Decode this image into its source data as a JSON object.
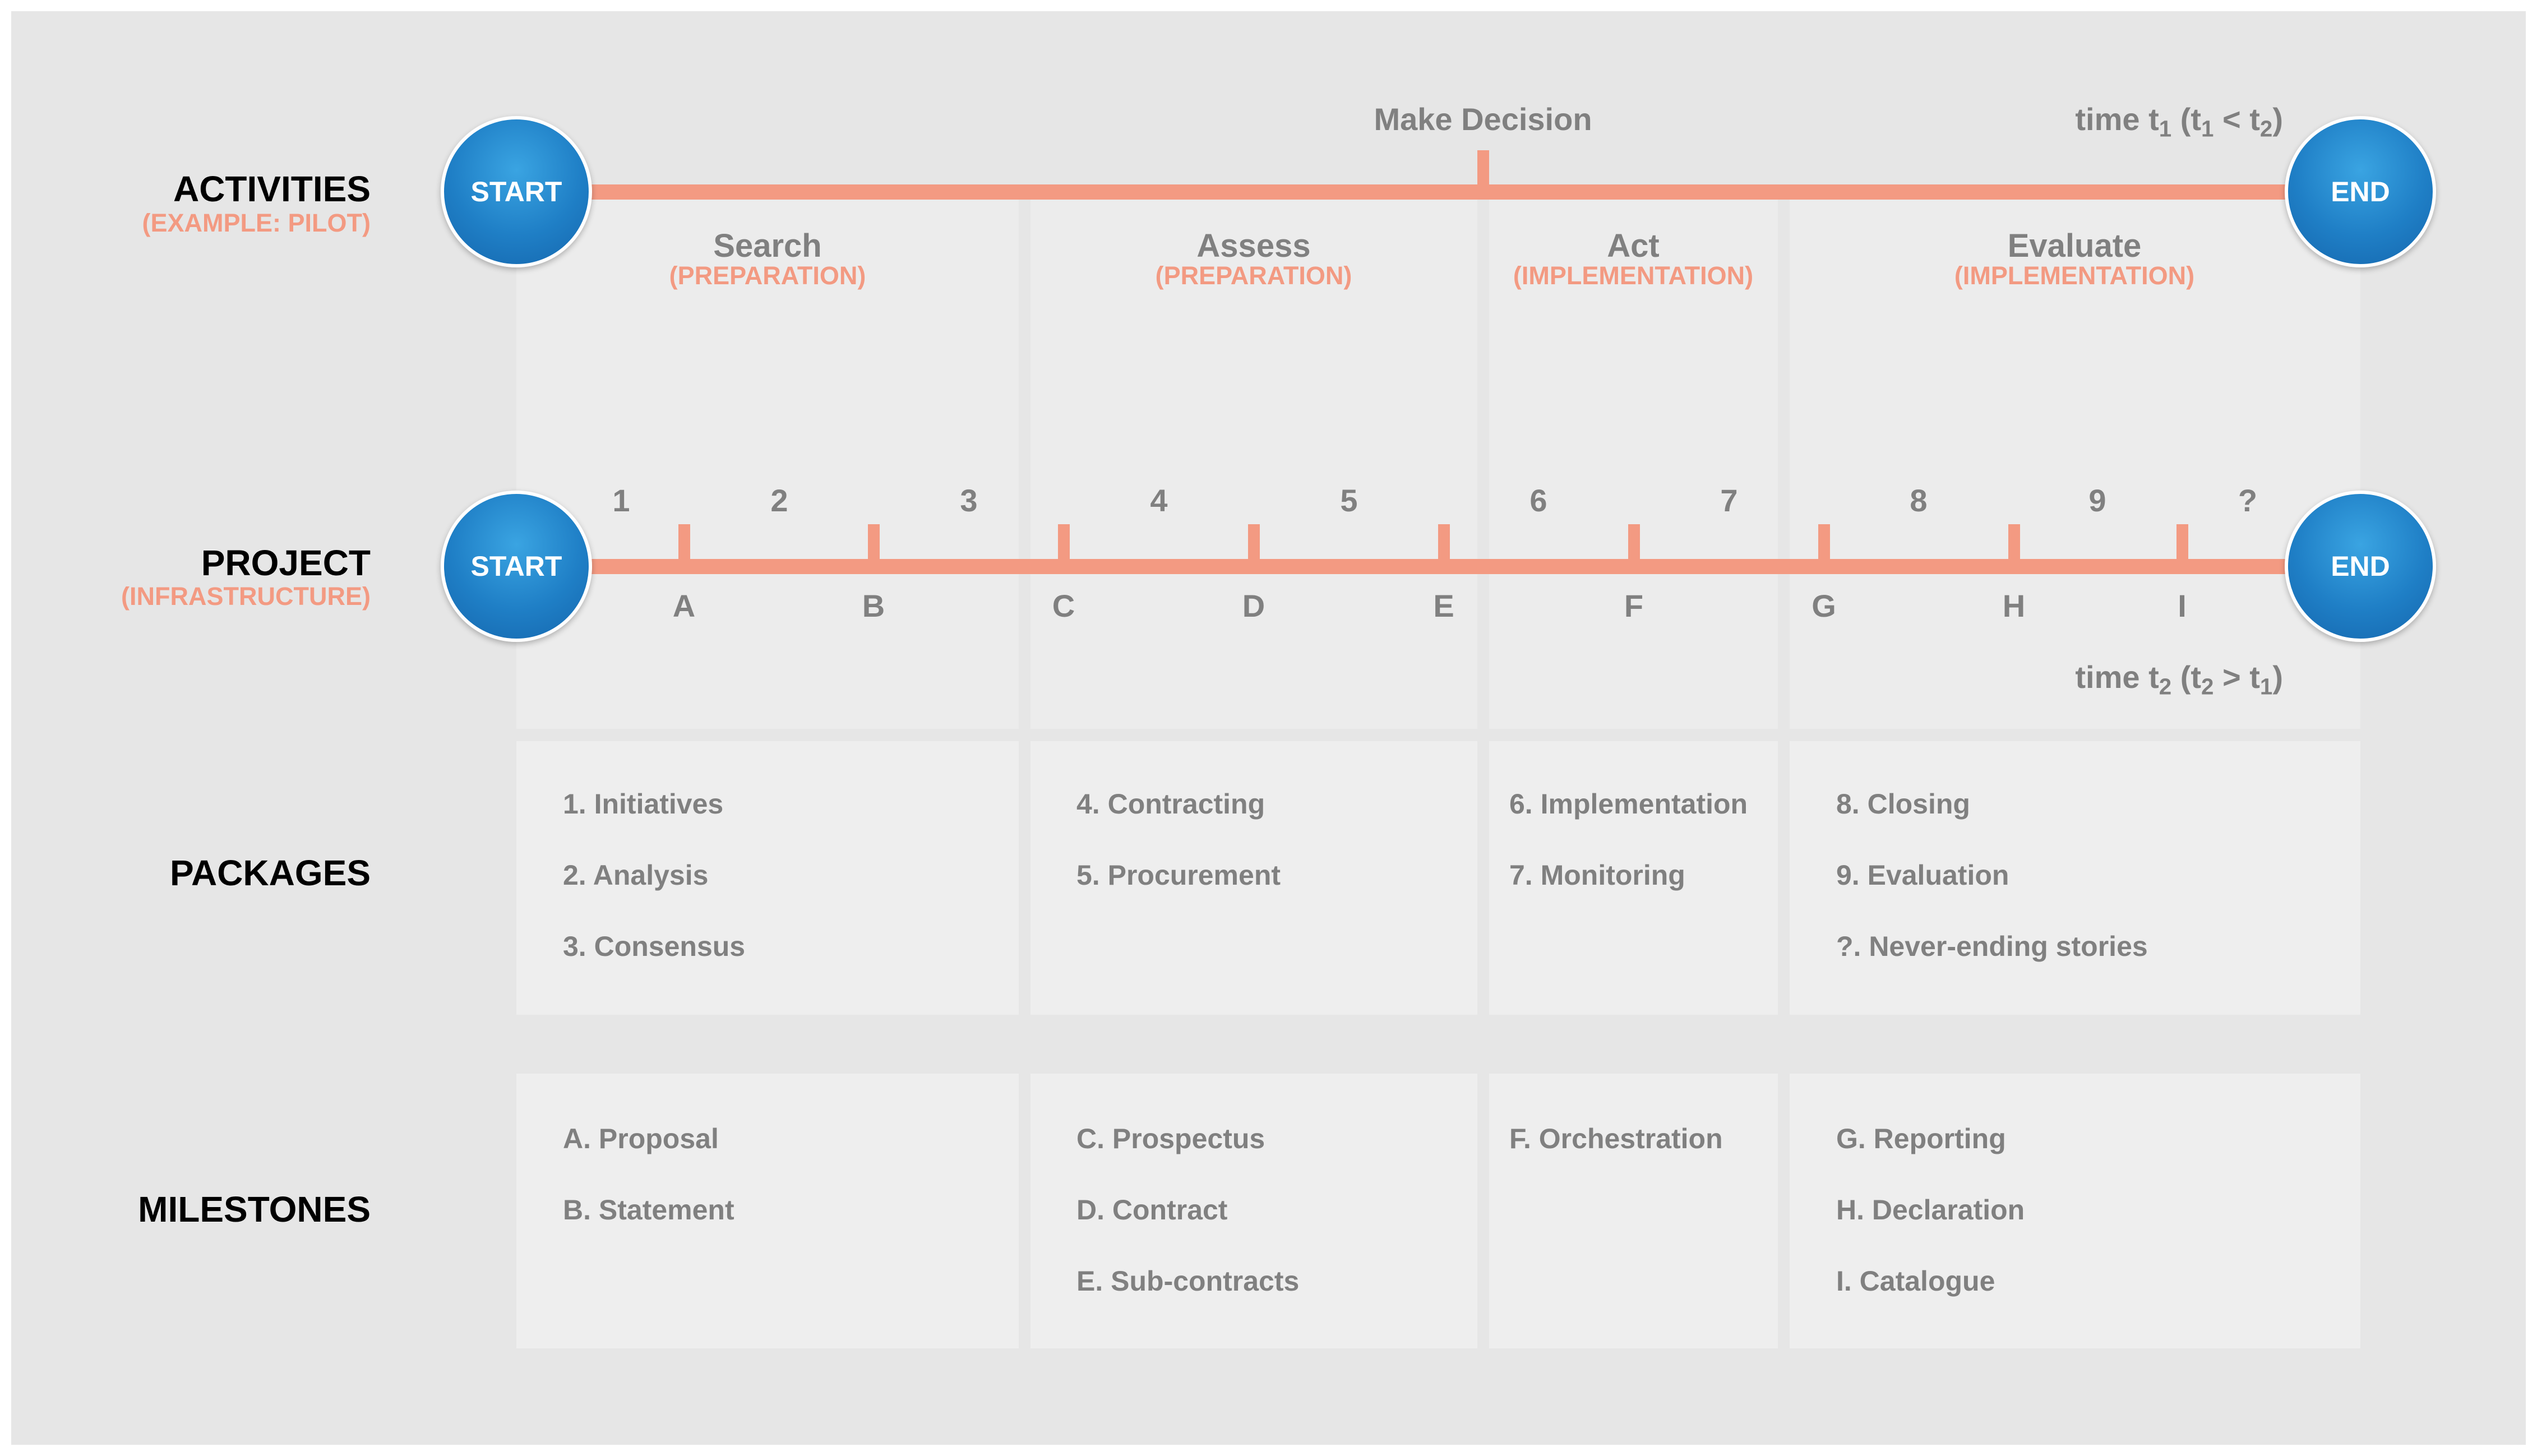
{
  "rows": {
    "activities": "ACTIVITIES",
    "activities_sub": "(EXAMPLE: PILOT)",
    "project": "PROJECT",
    "project_sub": "(INFRASTRUCTURE)",
    "packages": "PACKAGES",
    "milestones": "MILESTONES"
  },
  "circles": {
    "start": "START",
    "end": "END"
  },
  "make_decision": "Make Decision",
  "time1": {
    "prefix": "time t",
    "s1": "1",
    "mid1": " (t",
    "s2": "1",
    "mid2": " < t",
    "s3": "2",
    "suffix": ")"
  },
  "time2": {
    "prefix": "time t",
    "s1": "2",
    "mid1": " (t",
    "s2": "2",
    "mid2": " > t",
    "s3": "1",
    "suffix": ")"
  },
  "phases": [
    {
      "title": "Search",
      "sub": "(PREPARATION)"
    },
    {
      "title": "Assess",
      "sub": "(PREPARATION)"
    },
    {
      "title": "Act",
      "sub": "(IMPLEMENTATION)"
    },
    {
      "title": "Evaluate",
      "sub": "(IMPLEMENTATION)"
    }
  ],
  "numbers": [
    "1",
    "2",
    "3",
    "4",
    "5",
    "6",
    "7",
    "8",
    "9",
    "?"
  ],
  "letters": [
    "A",
    "B",
    "C",
    "D",
    "E",
    "F",
    "G",
    "H",
    "I"
  ],
  "packages": [
    [
      "1. Initiatives",
      "2. Analysis",
      "3. Consensus"
    ],
    [
      "4. Contracting",
      "5. Procurement"
    ],
    [
      "6. Implementation",
      "7. Monitoring"
    ],
    [
      "8. Closing",
      "9. Evaluation",
      "?. Never-ending stories"
    ]
  ],
  "milestones": [
    [
      "A. Proposal",
      "B. Statement"
    ],
    [
      "C. Prospectus",
      "D. Contract",
      "E. Sub-contracts"
    ],
    [
      "F. Orchestration"
    ],
    [
      "G. Reporting",
      "H. Declaration",
      "I. Catalogue"
    ]
  ],
  "colors": {
    "accent": "#f39a82",
    "circle": "#1f7fc6",
    "text": "#808080",
    "background": "#e6e6e6"
  }
}
